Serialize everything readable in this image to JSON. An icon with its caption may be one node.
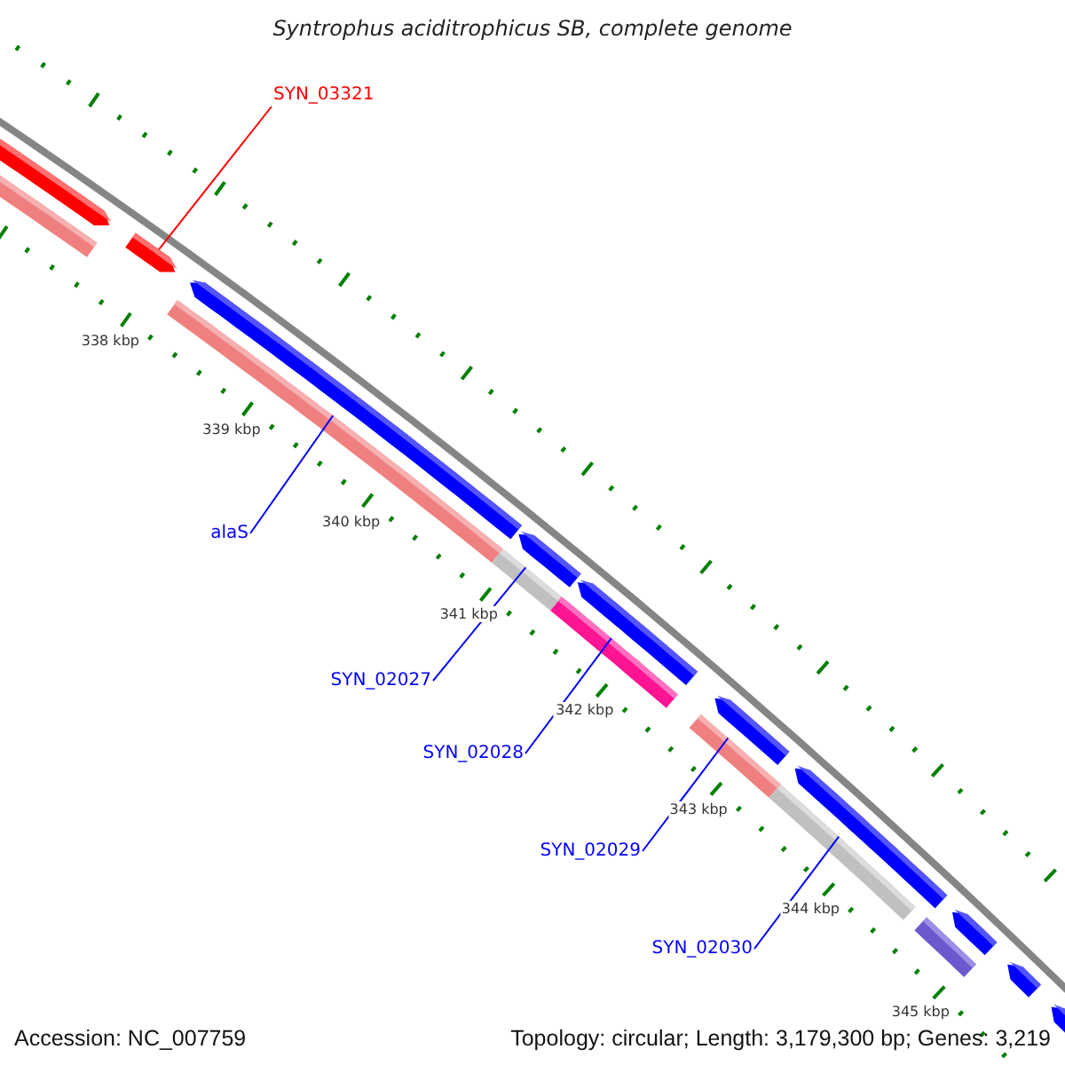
{
  "diagram": {
    "title": "Syntrophus aciditrophicus SB, complete genome",
    "nodes": [
      {
        "text": [
          "SYN_03321"
        ]
      },
      {
        "text": [],
        "shape": "arrow"
      },
      {
        "text": [
          "alaS"
        ]
      },
      {
        "text": [],
        "shape": "bar"
      },
      {
        "text": [
          "SYN_02027"
        ]
      },
      {
        "text": [],
        "shape": "bar"
      },
      {
        "text": [
          "SYN_02028"
        ]
      },
      {
        "text": [],
        "shape": "bar"
      },
      {
        "text": [
          "SYN_02029"
        ]
      },
      {
        "text": [],
        "shape": "bar"
      },
      {
        "text": [
          "SYN_02030"
        ]
      },
      {
        "text": [],
        "shape": "bar"
      }
    ],
    "edges": [
      {
        "from": 0,
        "to": 1,
        "arrow": "none",
        "color": "#ff0000"
      },
      {
        "from": 2,
        "to": 3,
        "arrow": "none"
      },
      {
        "from": 4,
        "to": 5,
        "arrow": "none"
      },
      {
        "from": 6,
        "to": 7,
        "arrow": "none"
      },
      {
        "from": 8,
        "to": 9,
        "arrow": "none"
      },
      {
        "from": 10,
        "to": 11,
        "arrow": "none"
      }
    ],
    "labels": [
      "338 kbp",
      "339 kbp",
      "340 kbp",
      "341 kbp",
      "342 kbp",
      "343 kbp",
      "344 kbp",
      "345 kbp",
      "Accession: NC_007759",
      "Topology: circular; Length: 3,179,300 bp; Genes: 3,219"
    ]
  }
}
